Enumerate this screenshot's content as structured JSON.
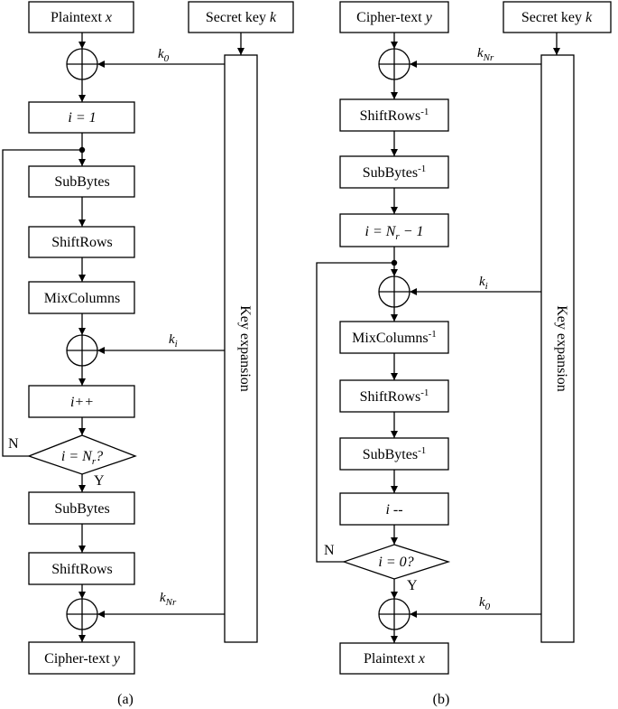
{
  "panel_a": {
    "input": "Plaintext x",
    "key": "Secret key k",
    "init": "i = 1",
    "subbytes": "SubBytes",
    "shiftrows": "ShiftRows",
    "mixcolumns": "MixColumns",
    "incr": "i++",
    "test": "i = Nr?",
    "test_no": "N",
    "test_yes": "Y",
    "final_subbytes": "SubBytes",
    "final_shiftrows": "ShiftRows",
    "output": "Cipher-text y",
    "expansion": "Key expansion",
    "k_first": "k0",
    "k_round": "ki",
    "k_last": "kNr",
    "caption": "(a)"
  },
  "panel_b": {
    "input": "Cipher-text y",
    "key": "Secret key k",
    "inv_shiftrows": "ShiftRows-1",
    "inv_subbytes": "SubBytes-1",
    "init": "i = Nr − 1",
    "inv_mixcolumns": "MixColumns-1",
    "loop_inv_shiftrows": "ShiftRows-1",
    "loop_inv_subbytes": "SubBytes-1",
    "decr": "i --",
    "test": "i = 0?",
    "test_no": "N",
    "test_yes": "Y",
    "output": "Plaintext x",
    "expansion": "Key expansion",
    "k_first": "kNr",
    "k_round": "ki",
    "k_last": "k0",
    "caption": "(b)"
  }
}
